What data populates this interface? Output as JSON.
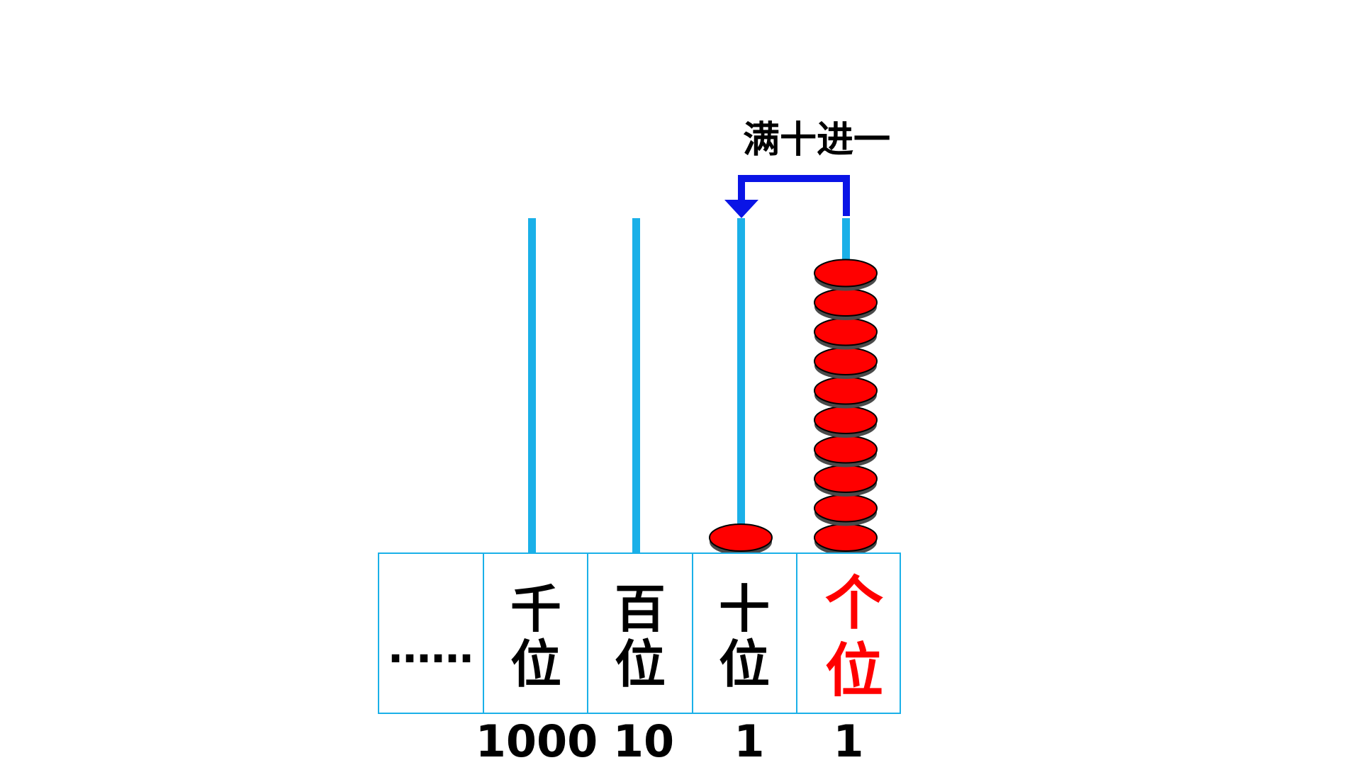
{
  "title": "满十进一",
  "ellipsis": "……",
  "places": [
    {
      "key": "thousands",
      "char1": "千",
      "char2": "位",
      "value": "1000",
      "beads": 0
    },
    {
      "key": "hundreds",
      "char1": "百",
      "char2": "位",
      "value": "10",
      "beads": 0
    },
    {
      "key": "tens",
      "char1": "十",
      "char2": "位",
      "value": "1",
      "beads": 1
    },
    {
      "key": "ones",
      "char1": "个",
      "char2": "位",
      "value": "1",
      "beads": 10
    }
  ],
  "colors": {
    "rod": "#1ab0e8",
    "bead": "#ff0000",
    "arrow": "#0a14e6",
    "highlight_label": "#ff0000"
  }
}
